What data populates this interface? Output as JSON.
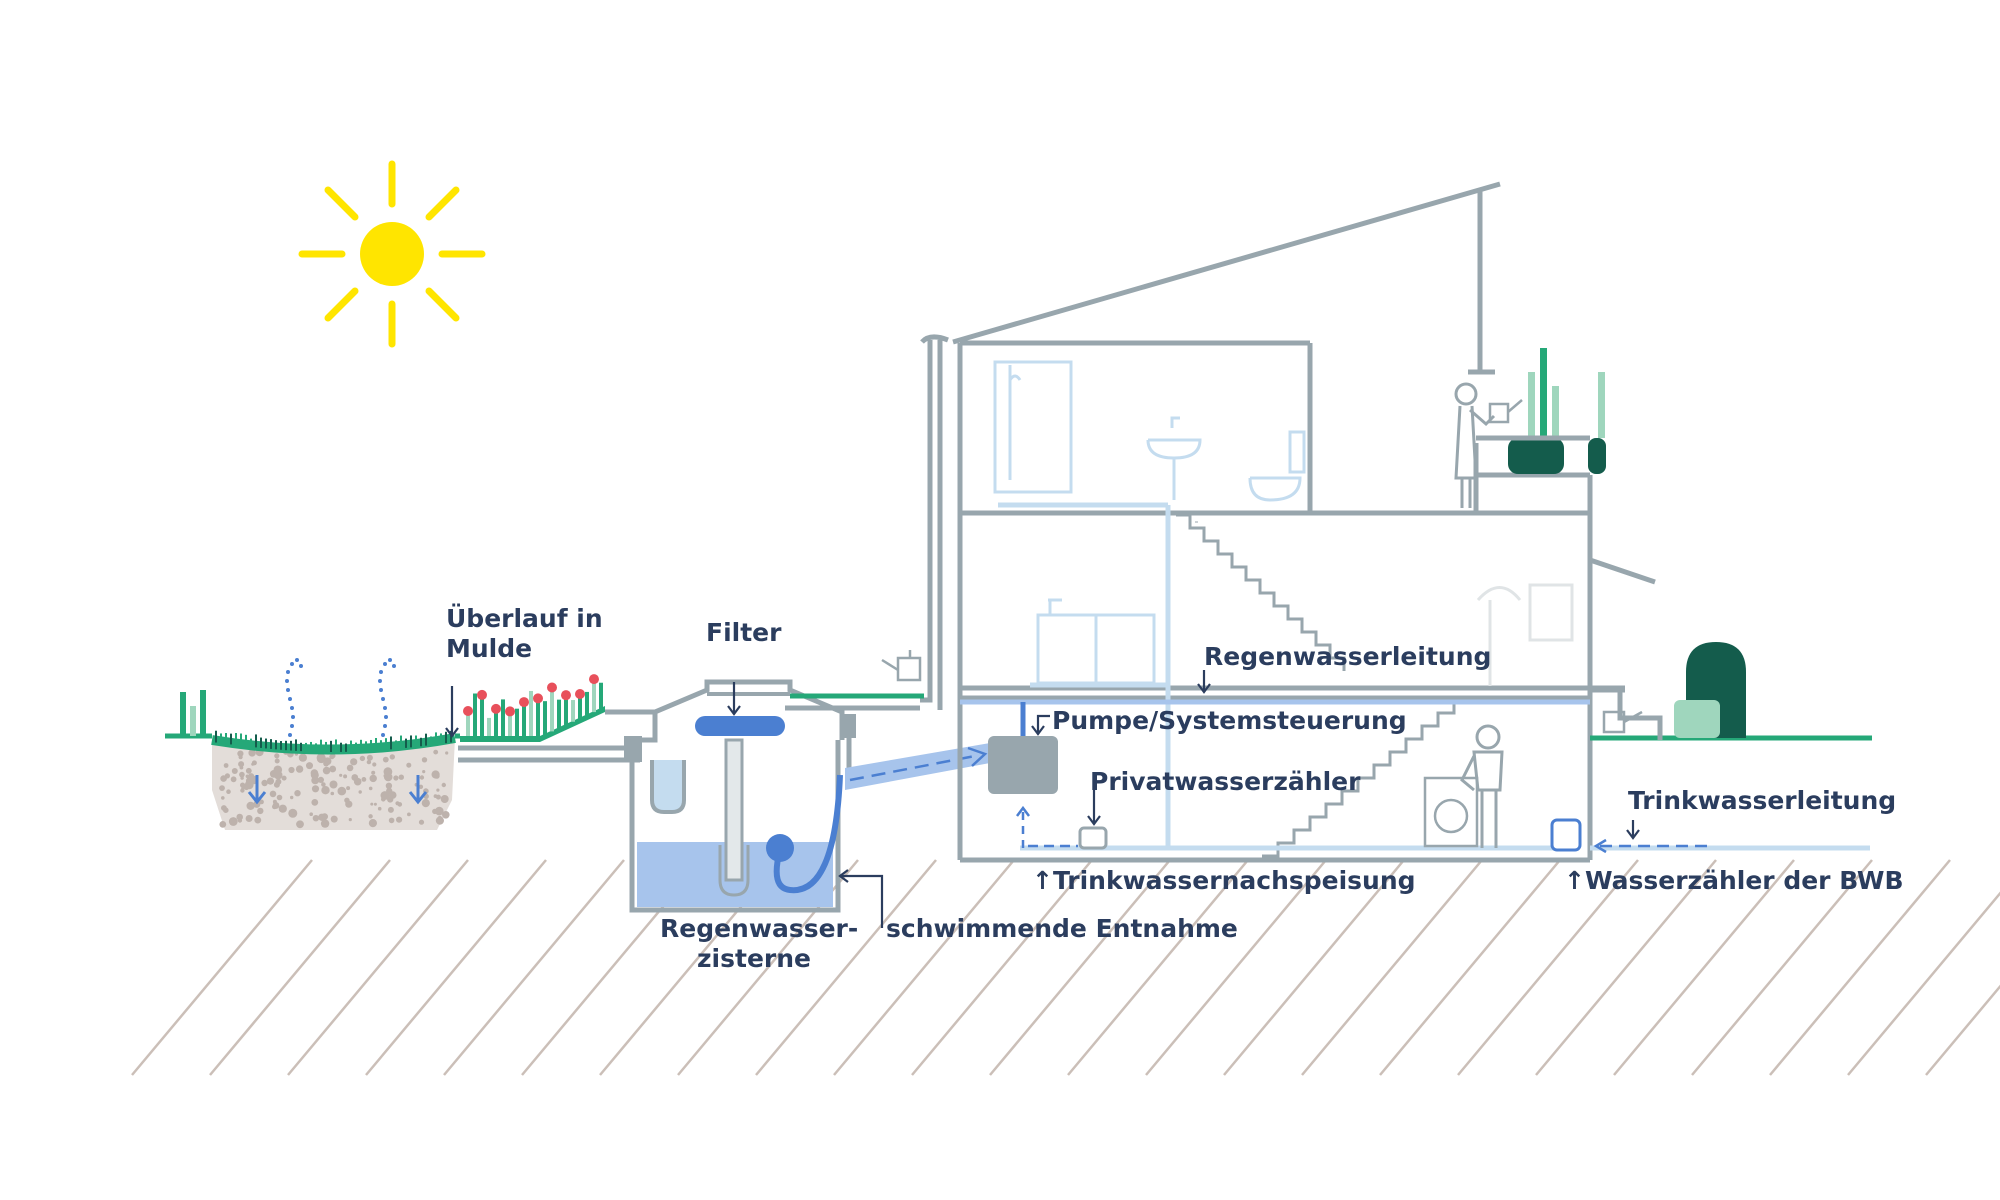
{
  "labels": {
    "overflow_line1": "Überlauf in",
    "overflow_line2": "Mulde",
    "filter": "Filter",
    "rainwater_pipe": "Regenwasserleitung",
    "pump_control": "Pumpe/Systemsteuerung",
    "private_meter": "Privatwasserzähler",
    "drinking_water_pipe": "Trinkwasserleitung",
    "drinking_refill": "Trinkwassernachspeisung",
    "bwb_meter": "Wasserzähler der BWB",
    "cistern_line1": "Regenwasser-",
    "cistern_line2": "zisterne",
    "floating_intake": "schwimmende Entnahme"
  },
  "colors": {
    "structure": "#98a6ad",
    "label_text": "#2b3d5e",
    "rainwater": "#4b7fd1",
    "light_pipe": "#c4dcef",
    "water_fill": "#a7c4ec",
    "sun": "#ffe500",
    "grass": "#25a878",
    "dark_green": "#145c4c",
    "flower": "#e8505b",
    "hatch": "#cbbfb8"
  },
  "icons": [
    "sun-icon",
    "watering-can-icon",
    "person-icon",
    "washing-machine-icon",
    "shower-icon",
    "sink-icon",
    "toilet-icon",
    "kitchen-icon",
    "plant-icon",
    "rain-barrel-icon"
  ]
}
